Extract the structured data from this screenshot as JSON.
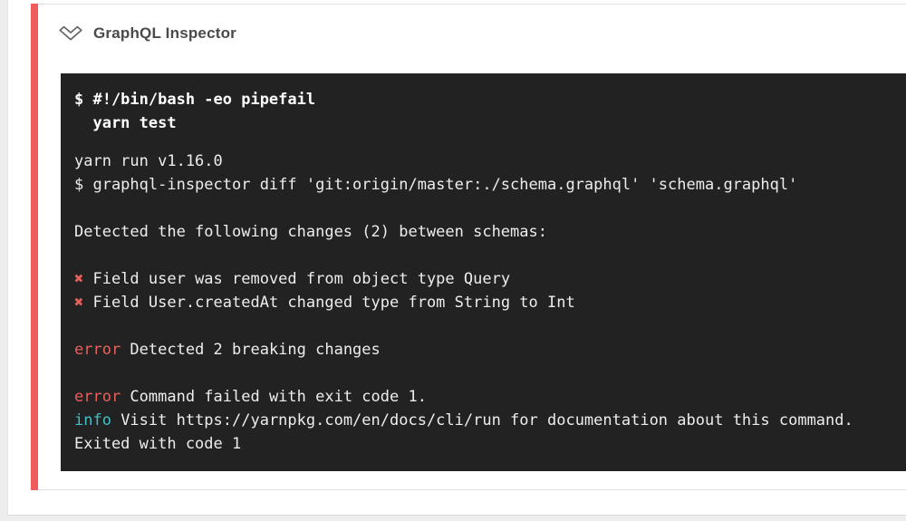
{
  "page": {
    "background_color": "#ededed"
  },
  "step": {
    "title": "GraphQL Inspector",
    "status": "failed",
    "status_color": "#ee5c5c",
    "chevron_icon": "chevron-down-icon"
  },
  "terminal": {
    "background_color": "#222222",
    "colors": {
      "plain": "#ededed",
      "white-bold": "#ffffff",
      "red": "#e5605c",
      "cyan": "#3ec1c7"
    },
    "lines": [
      {
        "type": "command",
        "segments": [
          {
            "text": "$ #!/bin/bash -eo pipefail",
            "color": "white-bold"
          }
        ]
      },
      {
        "type": "command",
        "segments": [
          {
            "text": "  yarn test",
            "color": "white-bold"
          }
        ]
      },
      {
        "type": "gap"
      },
      {
        "type": "output",
        "segments": [
          {
            "text": "yarn run v1.16.0",
            "color": "plain"
          }
        ]
      },
      {
        "type": "output",
        "segments": [
          {
            "text": "$ graphql-inspector diff 'git:origin/master:./schema.graphql' 'schema.graphql'",
            "color": "plain"
          }
        ]
      },
      {
        "type": "blank"
      },
      {
        "type": "output",
        "segments": [
          {
            "text": "Detected the following changes (2) between schemas:",
            "color": "plain"
          }
        ]
      },
      {
        "type": "blank"
      },
      {
        "type": "output",
        "segments": [
          {
            "text": "✖",
            "color": "red"
          },
          {
            "text": " Field user was removed from object type Query",
            "color": "plain"
          }
        ]
      },
      {
        "type": "output",
        "segments": [
          {
            "text": "✖",
            "color": "red"
          },
          {
            "text": " Field User.createdAt changed type from String to Int",
            "color": "plain"
          }
        ]
      },
      {
        "type": "blank"
      },
      {
        "type": "output",
        "segments": [
          {
            "text": "error",
            "color": "red"
          },
          {
            "text": " Detected 2 breaking changes",
            "color": "plain"
          }
        ]
      },
      {
        "type": "blank"
      },
      {
        "type": "output",
        "segments": [
          {
            "text": "error",
            "color": "red"
          },
          {
            "text": " Command failed with exit code 1.",
            "color": "plain"
          }
        ]
      },
      {
        "type": "output",
        "segments": [
          {
            "text": "info",
            "color": "cyan"
          },
          {
            "text": " Visit https://yarnpkg.com/en/docs/cli/run for documentation about this command.",
            "color": "plain"
          }
        ]
      },
      {
        "type": "output",
        "segments": [
          {
            "text": "Exited with code 1",
            "color": "plain"
          }
        ]
      }
    ]
  }
}
